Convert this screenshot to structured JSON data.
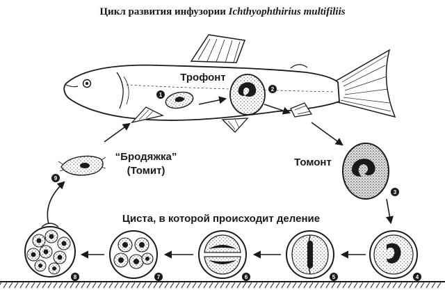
{
  "title": {
    "prefix": "Цикл развития инфузории ",
    "species": "Ichthyophthirius multifiliis"
  },
  "labels": {
    "trophont": "Трофонт",
    "tomont": "Томонт",
    "tomite_line1": "“Бродяжка”",
    "tomite_line2": "(Томит)",
    "cyst": "Циста, в которой происходит деление"
  },
  "stages": [
    "1",
    "2",
    "3",
    "4",
    "5",
    "6",
    "7",
    "8",
    "9"
  ],
  "colors": {
    "ink": "#1a1a1a",
    "stipple": "#dcdcdc",
    "background": "#ffffff"
  },
  "icons": [
    "fish-host",
    "arrow-icon",
    "stage-badge-icon"
  ]
}
